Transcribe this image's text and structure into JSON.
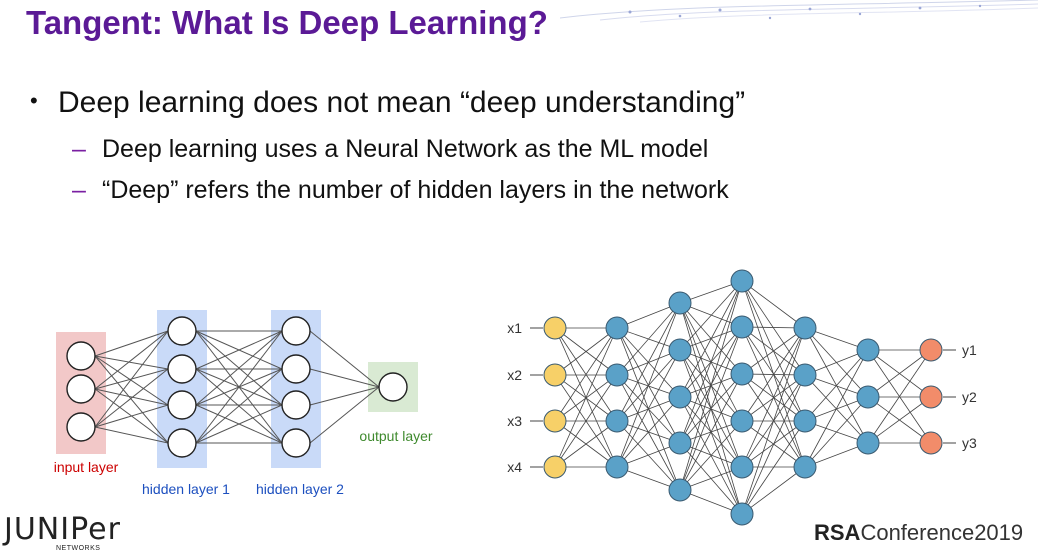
{
  "slide": {
    "title": "Tangent: What Is Deep Learning?",
    "bullet_main": "Deep learning does not mean “deep understanding”",
    "sub_bullets": [
      "Deep learning uses a Neural Network as the ML model",
      "“Deep” refers the number of hidden layers in the network"
    ]
  },
  "figure_left": {
    "input_label": "input layer",
    "hidden1_label": "hidden layer 1",
    "hidden2_label": "hidden layer 2",
    "output_label": "output layer",
    "colors": {
      "input": "#f2c8c8",
      "hidden": "#c9daf8",
      "output": "#d9ead3",
      "input_text": "#cc0000",
      "hidden_text": "#1c4fbf",
      "output_text": "#3f8a2e"
    }
  },
  "figure_right": {
    "inputs": [
      "x1",
      "x2",
      "x3",
      "x4"
    ],
    "outputs": [
      "y1",
      "y2",
      "y3"
    ],
    "colors": {
      "input": "#f7d068",
      "hidden": "#5aa1c8",
      "output": "#f28c6a"
    }
  },
  "footer": {
    "left_logo": "JUNIPer",
    "left_logo_sub": "NETWORKS",
    "right_logo_bold": "RSA",
    "right_logo_rest": "Conference2019"
  }
}
